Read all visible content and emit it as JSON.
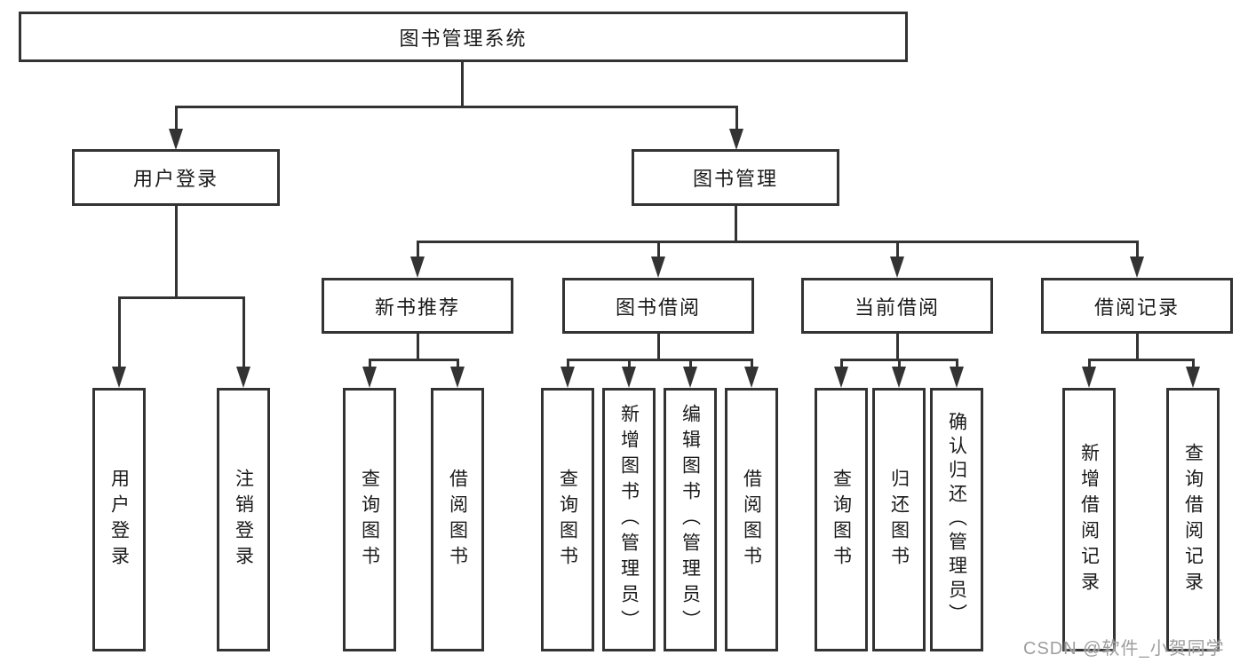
{
  "diagram": {
    "root": {
      "label": "图书管理系统"
    },
    "branches": [
      {
        "label": "用户登录",
        "children": [
          {
            "label": "用户登录"
          },
          {
            "label": "注销登录"
          }
        ]
      },
      {
        "label": "图书管理",
        "children": [
          {
            "label": "新书推荐",
            "children": [
              {
                "label": "查询图书"
              },
              {
                "label": "借阅图书"
              }
            ]
          },
          {
            "label": "图书借阅",
            "children": [
              {
                "label": "查询图书"
              },
              {
                "label": "新增图书（管理员）"
              },
              {
                "label": "编辑图书（管理员）"
              },
              {
                "label": "借阅图书"
              }
            ]
          },
          {
            "label": "当前借阅",
            "children": [
              {
                "label": "查询图书"
              },
              {
                "label": "归还图书"
              },
              {
                "label": "确认归还（管理员）"
              }
            ]
          },
          {
            "label": "借阅记录",
            "children": [
              {
                "label": "新增借阅记录"
              },
              {
                "label": "查询借阅记录"
              }
            ]
          }
        ]
      }
    ]
  },
  "watermark": {
    "text": "CSDN @软件_小贺同学"
  },
  "colors": {
    "line": "#333333",
    "text": "#1a1a1a",
    "background": "#ffffff",
    "watermark": "#9e9e9e"
  }
}
